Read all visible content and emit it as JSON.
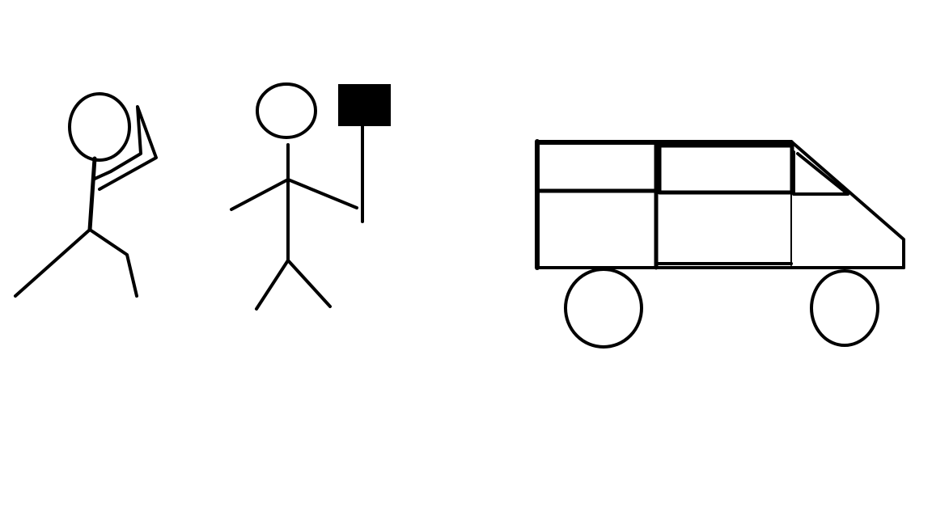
{
  "colors": {
    "background": "#ffffff",
    "ink": "#000000"
  },
  "figures": [
    {
      "kind": "stick-figure",
      "pose": "hand-raised-to-head"
    },
    {
      "kind": "stick-figure",
      "pose": "holding-sign"
    },
    {
      "kind": "van"
    }
  ]
}
